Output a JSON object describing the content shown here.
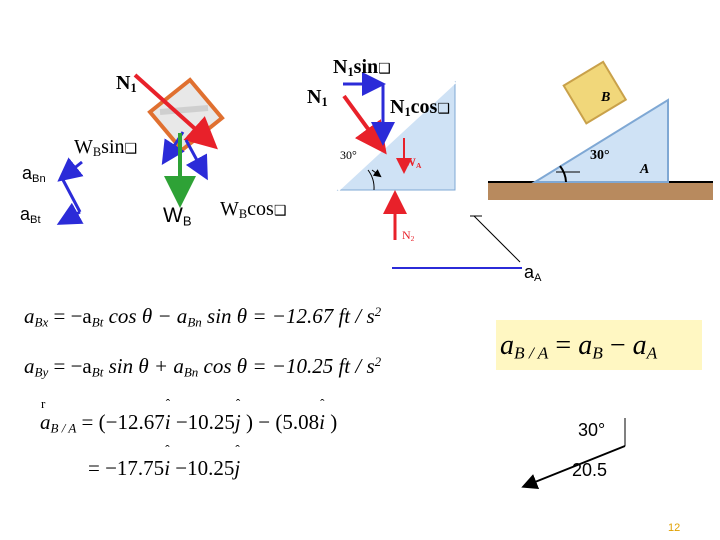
{
  "labels": {
    "n1_left": "N",
    "n1_left_sub": "1",
    "n1_right": "N",
    "n1_right_sub": "1",
    "n1_sin": "N",
    "n1_sin_sub": "1",
    "n1_sin_word": "sin",
    "n1_cos": "N",
    "n1_cos_sub": "1",
    "n1_cos_word": "cos",
    "wb_sin": "W",
    "wb_sin_sub": "B",
    "wb_sin_word": "sin",
    "wb_cos": "W",
    "wb_cos_sub": "B",
    "wb_cos_word": "cos",
    "wb": "W",
    "wb_sub": "B",
    "abn": "a",
    "abn_sub": "Bn",
    "abt": "a",
    "abt_sub": "Bt",
    "aa": "a",
    "aa_sub": "A",
    "wa": "W",
    "wa_sub": "A",
    "n2": "N",
    "n2_sub": "2",
    "angle_small": "30°",
    "angle_big": "30°",
    "block_b": "B",
    "block_a": "A",
    "triangle_angle": "30°",
    "triangle_value": "20.5",
    "theta_glyph": "❑"
  },
  "equations": {
    "abx_lhs": "a",
    "abx_lhs_sub": "Bx",
    "abx_rhs": "= −a",
    "abx_t1_sub": "Bt",
    "abx_cos": " cos θ − a",
    "abx_t2_sub": "Bn",
    "abx_sin": " sin θ = −12.67",
    "abx_unit": " ft / s",
    "abx_exp": "2",
    "aby_lhs": "a",
    "aby_lhs_sub": "By",
    "aby_rhs": "= −a",
    "aby_t1_sub": "Bt",
    "aby_sin": " sin θ + a",
    "aby_t2_sub": "Bn",
    "aby_cos": " cos θ = −10.25",
    "aby_unit": " ft / s",
    "aby_exp": "2",
    "aba_lhs": "a",
    "aba_lhs_sub": "B / A",
    "aba_line1": "= (−12.67",
    "aba_i1": "i",
    "aba_mid1": " −10.25",
    "aba_j1": "j",
    "aba_close1": " ) − (5.08",
    "aba_i2": "i",
    "aba_close2": " )",
    "aba_line2": "= −17.75",
    "aba_i3": "i",
    "aba_mid2": " −10.25",
    "aba_j2": "j",
    "rel_lhs": "a",
    "rel_lhs_sub": "B / A",
    "rel_eq": " = ",
    "rel_b": "a",
    "rel_b_sub": "B",
    "rel_minus": " − ",
    "rel_a": "a",
    "rel_a_sub": "A"
  },
  "page_number": "12",
  "colors": {
    "red": "#e8212a",
    "green": "#2ea236",
    "blue": "#2b2bd8",
    "block_fill": "#e8e8e8",
    "block_border": "#e07030",
    "incline_fill": "#cfe2f5",
    "incline_edge": "#7fa8d4",
    "ground": "#b88a5e",
    "yellow_block": "#f1d77a",
    "yellow_box": "#fff7c2"
  }
}
